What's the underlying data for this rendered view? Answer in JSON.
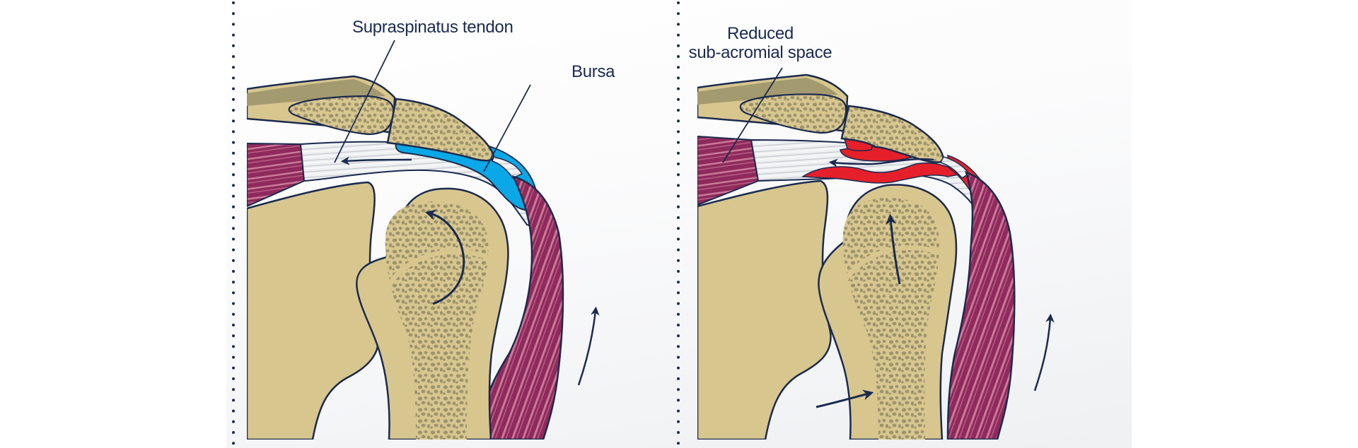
{
  "panels": [
    {
      "id": "normal",
      "labels": {
        "tendon": "Supraspinatus tendon",
        "bursa": "Bursa"
      }
    },
    {
      "id": "impingement",
      "labels": {
        "space_line1": "Reduced",
        "space_line2": "sub-acromial space"
      }
    }
  ],
  "colors": {
    "bone": "#d8c68f",
    "bone_shadow": "#a39a6f",
    "trabecular": "#9d946c",
    "outline": "#1b2a4e",
    "muscle": "#8f2a5c",
    "muscle_light": "#c97a98",
    "tendon": "#e4e6ea",
    "bursa": "#0aa8e6",
    "inflammation": "#e5202a"
  }
}
